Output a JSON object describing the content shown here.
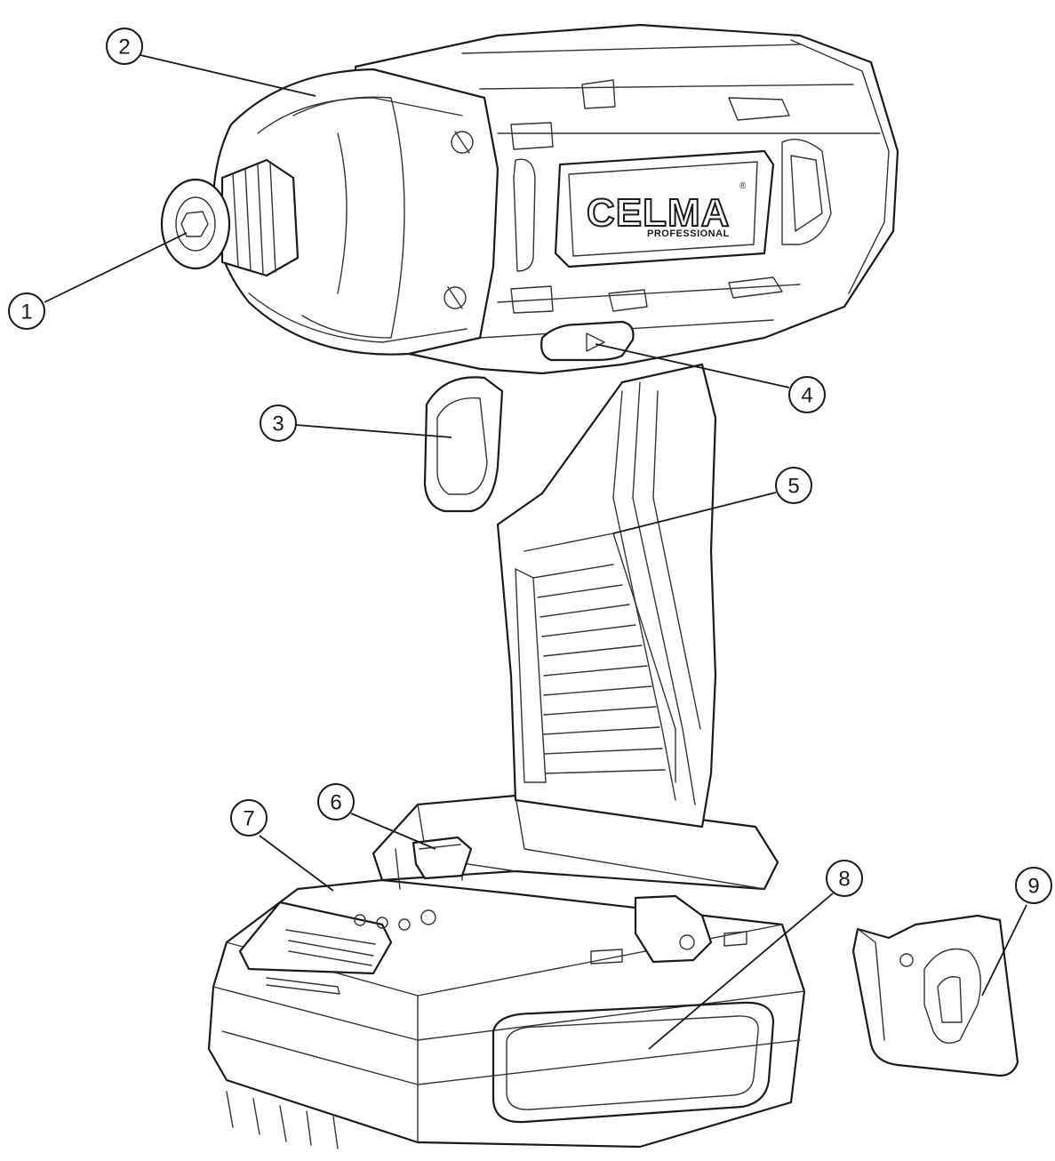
{
  "brand": {
    "name": "CELMA",
    "registered": "®",
    "tagline": "PROFESSIONAL"
  },
  "callouts": [
    "1",
    "2",
    "3",
    "4",
    "5",
    "6",
    "7",
    "8",
    "9"
  ],
  "colors": {
    "line": "#1a1a1a",
    "background": "#ffffff"
  }
}
